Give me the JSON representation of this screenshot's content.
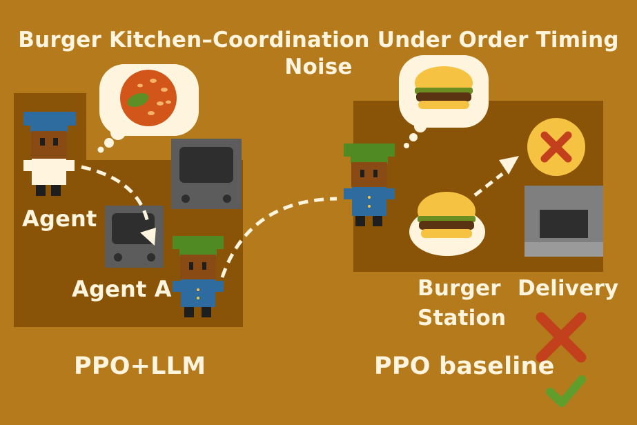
{
  "title": {
    "line1": "Burger Kitchen–Coordination Under Order Timing",
    "line2": "Noise"
  },
  "labels": {
    "agent": "Agent",
    "agent_a": "Agent A",
    "burger_station_line1": "Burger",
    "burger_station_line2": "Station",
    "delivery": "Delivery"
  },
  "panels": {
    "left": "PPO+LLM",
    "right": "PPO baseline"
  },
  "colors": {
    "background": "#b47a1c",
    "floor": "#8a5408",
    "text": "#fff5de",
    "cross": "#c2401b",
    "check": "#5f9e2c",
    "blue_cap": "#2e6b9e",
    "green_cap": "#4f8a22"
  },
  "icons": [
    "tomato-icon",
    "burger-icon",
    "cross-icon",
    "check-icon",
    "stove-icon",
    "delivery-counter-icon"
  ]
}
